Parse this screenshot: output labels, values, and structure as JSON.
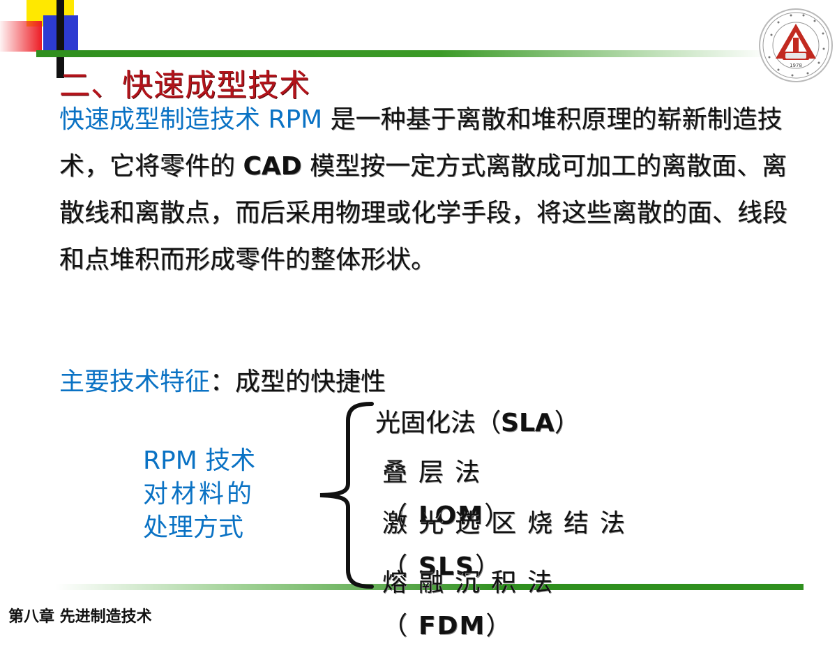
{
  "slide": {
    "title": "二、快速成型技术",
    "para_intro_blue": "快速成型制造技术 RPM",
    "para_part1": " 是一种基于离散和堆积原理的崭新制造技术，它将零件的 ",
    "para_cad": "CAD",
    "para_part2": " 模型按一定方式离散成可加工的离散面、离散线和离散点，而后采用物理或化学手段，将这些离散的面、线段和点堆积而形成零件的整体形状。",
    "feature_label": "主要技术特征",
    "feature_value": "：成型的快捷性",
    "rpm_label_line1": "RPM 技术",
    "rpm_label_line2": "对材料的",
    "rpm_label_line3": "处理方式",
    "methods": [
      {
        "name": "光固化法（",
        "code": "SLA",
        "close": "）"
      },
      {
        "name": "叠层法（",
        "code": "LOM",
        "close": "）"
      },
      {
        "name": "激光选区烧结法（",
        "code": "SLS",
        "close": "）"
      },
      {
        "name": "熔融沉积法（",
        "code": "FDM",
        "close": "）"
      }
    ],
    "footer": "第八章  先进制造技术"
  },
  "colors": {
    "title_red": "#b3141b",
    "accent_blue": "#0a72c4",
    "line_green": "#2f8f1e",
    "deco_yellow": "#ffe800",
    "deco_blue": "#2d3bd1",
    "deco_red": "#ed1c24",
    "seal_red": "#c22a20"
  },
  "seal": {
    "icon": "university-seal-icon",
    "year": "1978"
  }
}
